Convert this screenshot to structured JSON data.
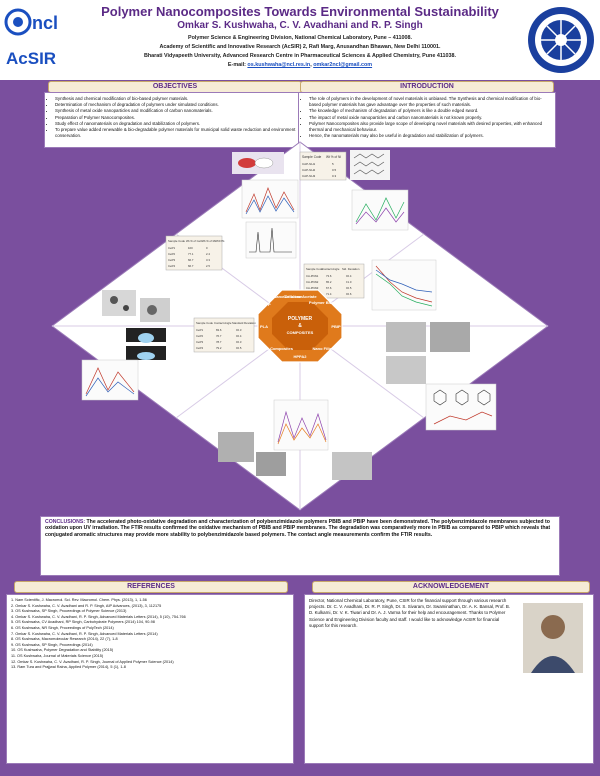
{
  "header": {
    "title": "Polymer Nanocomposites Towards Environmental Sustainability",
    "authors": "Omkar S. Kushwaha, C. V. Avadhani and R. P. Singh",
    "affiliation_lines": [
      "Polymer Science & Engineering Division, National Chemical Laboratory, Pune – 411008.",
      "Academy of Scientific and Innovative Research (AcSIR) 2, Rafi Marg, Anusandhan Bhawan, New Delhi 110001.",
      "Bharati Vidyapeeth University, Advanced Research Centre in Pharmaceutical Sciences & Applied Chemistry, Pune 411038."
    ],
    "email_label": "E-mail:",
    "email_1": "os.kushwaha@ncl.res.in",
    "email_sep": ",",
    "email_2": "omkar2ncl@gmail.com",
    "logo_left_text": "ncl",
    "logo_acsir_text": "AcSIR"
  },
  "objectives": {
    "heading": "OBJECTIVES",
    "items": [
      "Synthesis and chemical modification of bio-based polymer materials.",
      "Determination of mechanism of degradation of polymers under simulated conditions.",
      "Synthesis of metal oxide nanoparticles and modification of carbon nanomaterials.",
      "Preparation of Polymer Nanocomposites.",
      "Study effect of nanomaterials on degradation and stabilization of polymers.",
      "To prepare value added renewable & bio-degradable polymer materials for municipal solid waste reduction and environment conservation."
    ]
  },
  "introduction": {
    "heading": "INTRODUCTION",
    "items": [
      "The role of polymers in the development of novel materials is unbiased. The Synthesis and chemical modification of bio-based polymer materials has gave advantage over the properties of such materials.",
      "The knowledge of mechanism of degradation of polymers is like a double edged sword.",
      "The impact of metal oxide nanoparticles and carbon nanomaterials is not known properly.",
      "Polymer Nanocomposites also provide large scope of developing novel materials with desired properties, with enhanced thermal and mechanical behaviour.",
      "Hence, the nanomaterials may also be useful in degradation and stabilization of polymers."
    ]
  },
  "center": {
    "hub_title": "POLYMER",
    "hub_amp": "&",
    "hub_sub": "COMPOSITES",
    "hub_bottom": "HPPA2",
    "segments": [
      "Cellulose Acetate",
      "Polymer Blends",
      "PBIP",
      "Nano Fillers",
      "Nano Composites",
      "PLA",
      "PP",
      "Nano Cellulose"
    ]
  },
  "tables": {
    "t1": {
      "headers": [
        "Sample Code",
        "Wt % of Ni"
      ],
      "rows": [
        [
          "CAP-NH1",
          "5"
        ],
        [
          "CAP-NH2",
          "0.5"
        ],
        [
          "CAP-NH3",
          "0.3"
        ]
      ]
    },
    "t2": {
      "headers": [
        "Sample Code",
        "Wt.% of CeO",
        "Wt.% of MWCNTs"
      ],
      "rows": [
        [
          "CeP1",
          "100",
          "0"
        ],
        [
          "CeP2",
          "77.1",
          "2.4"
        ],
        [
          "CeP3",
          "66.7",
          "3.3"
        ],
        [
          "CeP4",
          "66.7",
          "2.5"
        ]
      ]
    },
    "t3": {
      "headers": [
        "Sample Code",
        "Contact Angle",
        "Std. Deviation"
      ],
      "rows": [
        [
          "CA-PNN1",
          "73.6",
          "±0.4"
        ],
        [
          "CA-PNN2",
          "65.2",
          "±1.0"
        ],
        [
          "CA-PNN3",
          "67.6",
          "±0.5"
        ],
        [
          "CA-PNN4",
          "71.4",
          "±0.6"
        ]
      ]
    },
    "t4": {
      "headers": [
        "Sample Code",
        "Contact Angle",
        "Standard Deviation"
      ],
      "rows": [
        [
          "CeP1",
          "83.6",
          "±0.3"
        ],
        [
          "CeP2",
          "76.7",
          "±0.4"
        ],
        [
          "CeP3",
          "78.7",
          "±0.3"
        ],
        [
          "CeP4",
          "79.2",
          "±0.5"
        ]
      ]
    }
  },
  "conclusions": {
    "label": "CONCLUSIONS:",
    "text": "The accelerated photo-oxidative degradation and characterization of polybenzimidazole polymers PBIB and PBIP have been demonstrated. The polybenzimidazole membranes subjected to oxidation upon UV irradiation. The FTIR results confirmed the oxidative mechanism of PBIB and PBIP membranes. The degradation was comparatively more in PBIB as compared to PBIP which reveals that conjugated aromatic structures may provide more stability to polybenzimidazole based polymers. The contact angle measurements confirm the FTIR results."
  },
  "references": {
    "heading": "REFERENCES",
    "items": [
      "1. Nam Scientific, J. Macromol. Sci. Rev. Macromol. Chem. Phys. (2013), 1, 1-56",
      "2. Omkar S. Kushwaha, C. V. Avadhani and R. P. Singh, AIP Advances, (2013), 3, 112175",
      "3. OS Kushwaha, SP Singh, Proceedings of Polymer Science (2013)",
      "4. Omkar S. Kushwaha, C. V. Avadhani, R. P. Singh, Advanced Materials Letters (2014), 5 (10), 754-766",
      "5. OS Kushwaha, CV Avadhani, RP Singh, Carbohydrate Polymers (2014) 104, 90-98",
      "6. OS Kushwaha, NR Singh, Proceedings of PolyTech (2014)",
      "7. Omkar S. Kushwaha, C. V. Avadhani, R. P. Singh, Advanced Materials Letters (2014)",
      "8. OS Kushwaha, Macromolecular Research (2014), 22 (7), 1-8",
      "9. OS Kushwaha, SP Singh, Proceedings (2014)",
      "10. OS Kushwaha, Polymer Degradation and Stability (2015)",
      "11. OS Kushwaha, Journal of Materials Science (2015)",
      "12. Omkar S. Kushwaha, C. V. Avadhani, R. P. Singh, Journal of Applied Polymer Science (2014)",
      "13. Ram Tura and Prajjwal Raina, Applied Polymer (2014), 5 (1), 1-8"
    ]
  },
  "acknowledgement": {
    "heading": "ACKNOWLEDGEMENT",
    "text": "Director, National Chemical Laboratory, Pune, CSIR for the financial support through various research projects. Dr. C. V. Avadhani, Dr. R. P. Singh, Dr. S. Sivaram, Dr. Swaminathan, Dr. A. K. Bansal, Prof. B. D. Kulkarni, Dr. V. K. Tiwari and Dr. A. J. Varma for their help and encouragement. Thanks to Polymer Science and Engineering Division faculty and staff. I would like to acknowledge AcSIR for financial support for this research."
  },
  "colors": {
    "background": "#7a4f9e",
    "accent": "#5b2a86",
    "hub": "#e07a1c"
  }
}
